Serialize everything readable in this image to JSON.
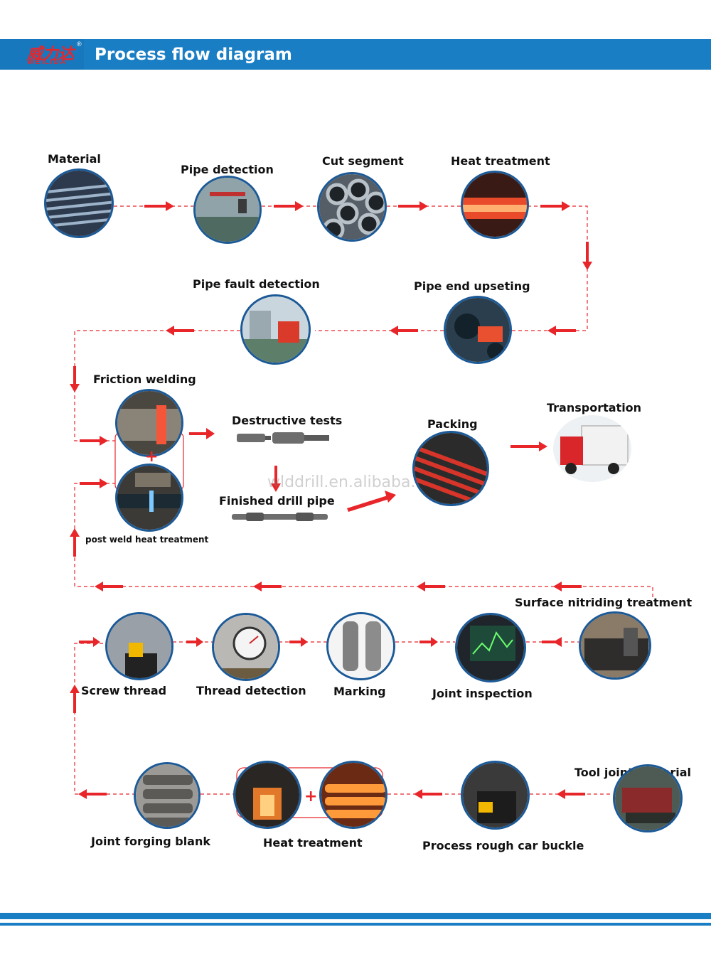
{
  "header": {
    "logo_cn": "威力达",
    "logo_en": "WEILIDA",
    "logo_mark": "®",
    "title": "Process flow diagram"
  },
  "watermark": "wlddrill.en.alibaba.com",
  "steps": {
    "material": "Material",
    "pipe_detection": "Pipe detection",
    "cut_segment": "Cut segment",
    "heat_treatment_1": "Heat treatment",
    "pipe_end_upseting": "Pipe end upseting",
    "pipe_fault_detection": "Pipe fault detection",
    "friction_welding": "Friction welding",
    "post_weld_heat_treatment": "post weld heat treatment",
    "destructive_tests": "Destructive tests",
    "finished_drill_pipe": "Finished drill pipe",
    "packing": "Packing",
    "transportation": "Transportation",
    "surface_nitriding_treatment": "Surface nitriding treatment",
    "screw_thread": "Screw thread",
    "thread_detection": "Thread detection",
    "marking": "Marking",
    "joint_inspection": "Joint inspection",
    "tool_joint_material": "Tool joint material",
    "process_rough_car_buckle": "Process rough car buckle",
    "heat_treatment_2": "Heat treatment",
    "joint_forging_blank": "Joint forging blank"
  },
  "colors": {
    "brand_blue": "#1a7ec4",
    "arrow_red": "#e8262a",
    "ring_blue": "#1c5a97"
  },
  "plus_sign": "+"
}
